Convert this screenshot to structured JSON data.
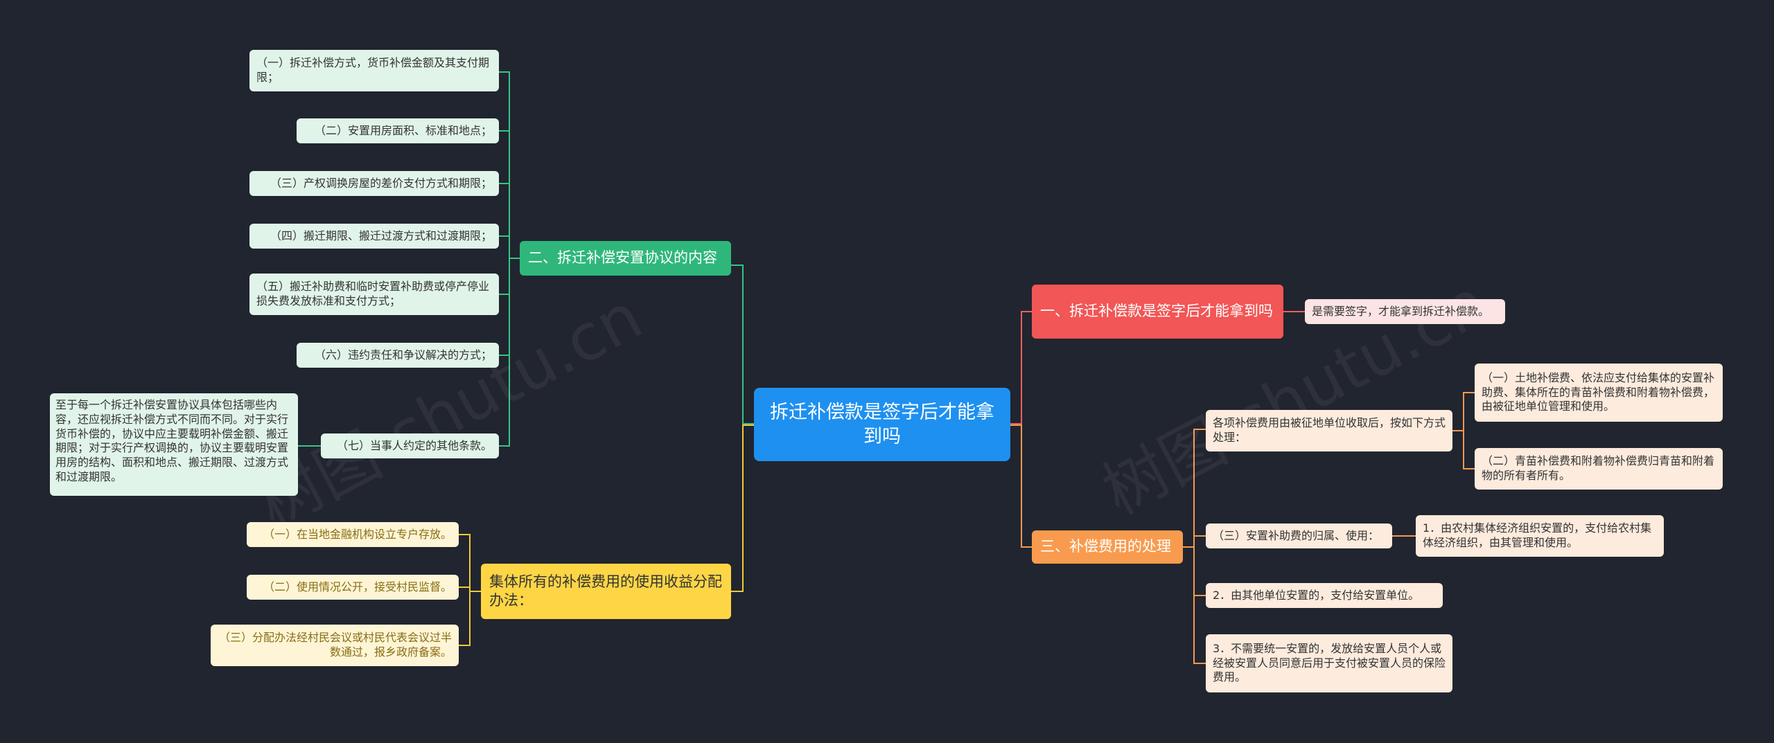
{
  "root": {
    "label": "拆迁补偿款是签字后才能拿到吗"
  },
  "branches": {
    "agreement": {
      "label": "二、拆迁补偿安置协议的内容",
      "items": [
        "（一）拆迁补偿方式，货币补偿金额及其支付期限；",
        "（二）安置用房面积、标准和地点；",
        "（三）产权调换房屋的差价支付方式和期限；",
        "（四）搬迁期限、搬迁过渡方式和过渡期限；",
        "（五）搬迁补助费和临时安置补助费或停产停业损失费发放标准和支付方式；",
        "（六）违约责任和争议解决的方式；",
        "（七）当事人约定的其他条款。"
      ],
      "detail": "至于每一个拆迁补偿安置协议具体包括哪些内容，还应视拆迁补偿方式不同而不同。对于实行货币补偿的，协议中应主要载明补偿金额、搬迁期限；对于实行产权调换的，协议主要载明安置用房的结构、面积和地点、搬迁期限、过渡方式和过渡期限。"
    },
    "collective": {
      "label": "集体所有的补偿费用的使用收益分配办法：",
      "items": [
        "（一）在当地金融机构设立专户存放。",
        "（二）使用情况公开，接受村民监督。",
        "（三）分配办法经村民会议或村民代表会议过半数通过，报乡政府备案。"
      ]
    },
    "sign": {
      "label": "一、拆迁补偿款是签字后才能拿到吗",
      "answer": "是需要签字，才能拿到拆迁补偿款。"
    },
    "handling": {
      "label": "三、补偿费用的处理",
      "sub1": {
        "label": "各项补偿费用由被征地单位收取后，按如下方式处理：",
        "items": [
          "（一）土地补偿费、依法应支付给集体的安置补助费、集体所在的青苗补偿费和附着物补偿费，由被征地单位管理和使用。",
          "（二）青苗补偿费和附着物补偿费归青苗和附着物的所有者所有。"
        ]
      },
      "sub2": {
        "label": "（三）安置补助费的归属、使用：",
        "items": [
          "1．由农村集体经济组织安置的，支付给农村集体经济组织，由其管理和使用。"
        ]
      },
      "sub3": "2．由其他单位安置的，支付给安置单位。",
      "sub4": "3．不需要统一安置的，发放给安置人员个人或经被安置人员同意后用于支付被安置人员的保险费用。"
    }
  },
  "watermark": "树图 shutu.cn",
  "colors": {
    "background": "#21252f",
    "root": "#1e90f0",
    "green": "#2fb77b",
    "yellow": "#fdd545",
    "red": "#f25656",
    "orange": "#f89b4e"
  }
}
